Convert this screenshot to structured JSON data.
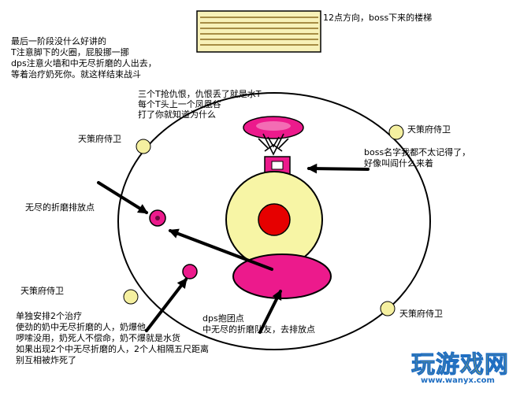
{
  "labels": {
    "stairs": "12点方向，boss下来的楼梯",
    "phase_line1": "最后一阶段没什么好讲的",
    "phase_line2": "T注意脚下的火圈，屁股挪一挪",
    "phase_line3": "dps注意火墙和中无尽折磨的人出去，",
    "phase_line4": "等着治疗奶死你。就这样结束战斗",
    "tank_line1": "三个T抢仇恨，仇恨丢了就是水T",
    "tank_line2": "每个T头上一个凤凰谷",
    "tank_line3": "打了你就知道为什么",
    "guard_tr": "天策府侍卫",
    "guard_tl": "天策府侍卫",
    "guard_l": "天策府侍卫",
    "guard_br": "天策府侍卫",
    "boss_line1": "boss名字我都不太记得了，",
    "boss_line2": "好像叫阎什么来着",
    "release_point": "无尽的折磨排放点",
    "dps_line1": "dps抱团点",
    "dps_line2": "中无尽的折磨队友，去排放点",
    "heal_line1": "单独安排2个治疗",
    "heal_line2": "使劲的奶中无尽折磨的人，奶爆他，",
    "heal_line3": "啰嗦没用，奶死人不偿命，奶不爆就是水货",
    "heal_line4": "如果出现2个中无尽折磨的人，2个人相隔五尺距离",
    "heal_line5": "别互相被炸死了"
  },
  "logo": {
    "main": "玩游戏网",
    "url": "www.wanyx.com"
  },
  "colors": {
    "outline": "#000000",
    "guard_fill": "#f5f0a0",
    "boss_pad_fill": "#f7f5a5",
    "boss_core_fill": "#e60000",
    "magenta": "#ec1a8c",
    "stair_fill": "#f7f1b8",
    "stair_lines": "#8b6a1e"
  }
}
